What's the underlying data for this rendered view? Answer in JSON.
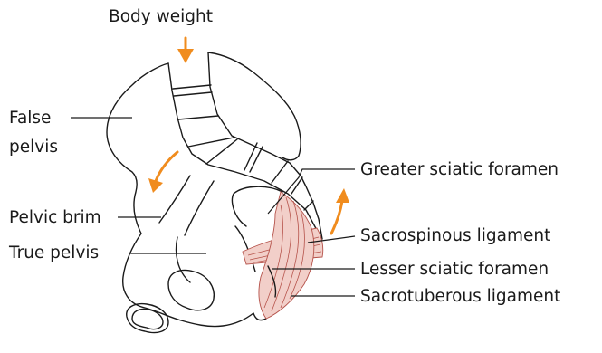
{
  "labels": {
    "body_weight": "Body weight",
    "false_pelvis_line1": "False",
    "false_pelvis_line2": "pelvis",
    "pelvic_brim": "Pelvic brim",
    "true_pelvis": "True pelvis",
    "greater_sciatic_foramen": "Greater sciatic foramen",
    "sacrospinous_ligament": "Sacrospinous ligament",
    "lesser_sciatic_foramen": "Lesser sciatic foramen",
    "sacrotuberous_ligament": "Sacrotuberous ligament"
  },
  "colors": {
    "arrow": "#f08c1e",
    "ligament_fill": "#f2cfc9",
    "ligament_stroke": "#b5524a",
    "outline": "#1a1a1a"
  }
}
